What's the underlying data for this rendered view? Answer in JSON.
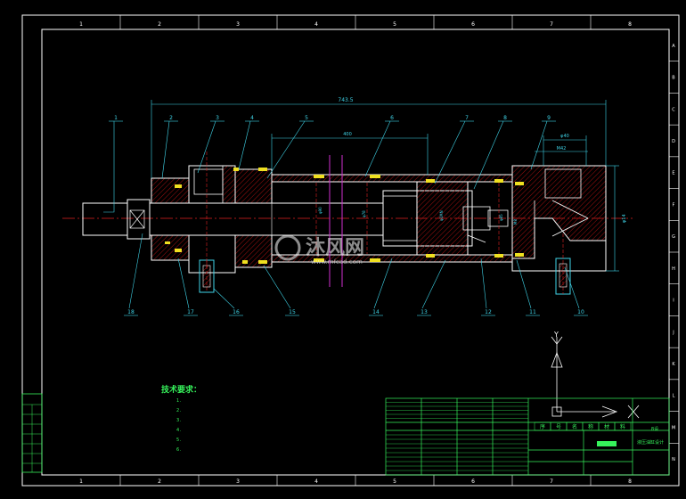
{
  "drawing": {
    "border_letters": [
      "A",
      "B",
      "C",
      "D",
      "E",
      "F",
      "G",
      "H",
      "I",
      "J",
      "K",
      "L",
      "M",
      "N"
    ],
    "border_numbers": [
      "1",
      "2",
      "3",
      "4",
      "5",
      "6",
      "7",
      "8"
    ],
    "balloons": [
      "1",
      "2",
      "3",
      "4",
      "5",
      "6",
      "7",
      "8",
      "9",
      "10",
      "11",
      "12",
      "13",
      "14",
      "15",
      "16",
      "17",
      "18"
    ],
    "dimensions": {
      "overall": "743.5",
      "bore_span": "400",
      "right_1": "φ40",
      "right_2": "M42",
      "rod": "φ90",
      "mid": "φ78",
      "piston_1": "φ1MN",
      "piston_2": "φ85",
      "right_end": "φ14",
      "small_right": "M8"
    },
    "view_axis_label": "Y",
    "tech_requirements_title": "技术要求：",
    "tech_requirements": [
      "1.",
      "2.",
      "3.",
      "4.",
      "5.",
      "6."
    ],
    "title_block": {
      "header_cells": [
        "序",
        "号",
        "名",
        "称",
        "材",
        "料"
      ],
      "drawing_name": "液压油缸设计",
      "mark": "8设"
    },
    "watermark": {
      "brand": "沐风网",
      "url": "www.mfcad.com"
    }
  },
  "colors": {
    "background": "#000000",
    "frame": "#ffffff",
    "green": "#36f25b",
    "cyan": "#3fd4e8",
    "yellow": "#f0e020",
    "red": "#e02020",
    "magenta": "#d030d0",
    "hatch": "#7a0000"
  }
}
